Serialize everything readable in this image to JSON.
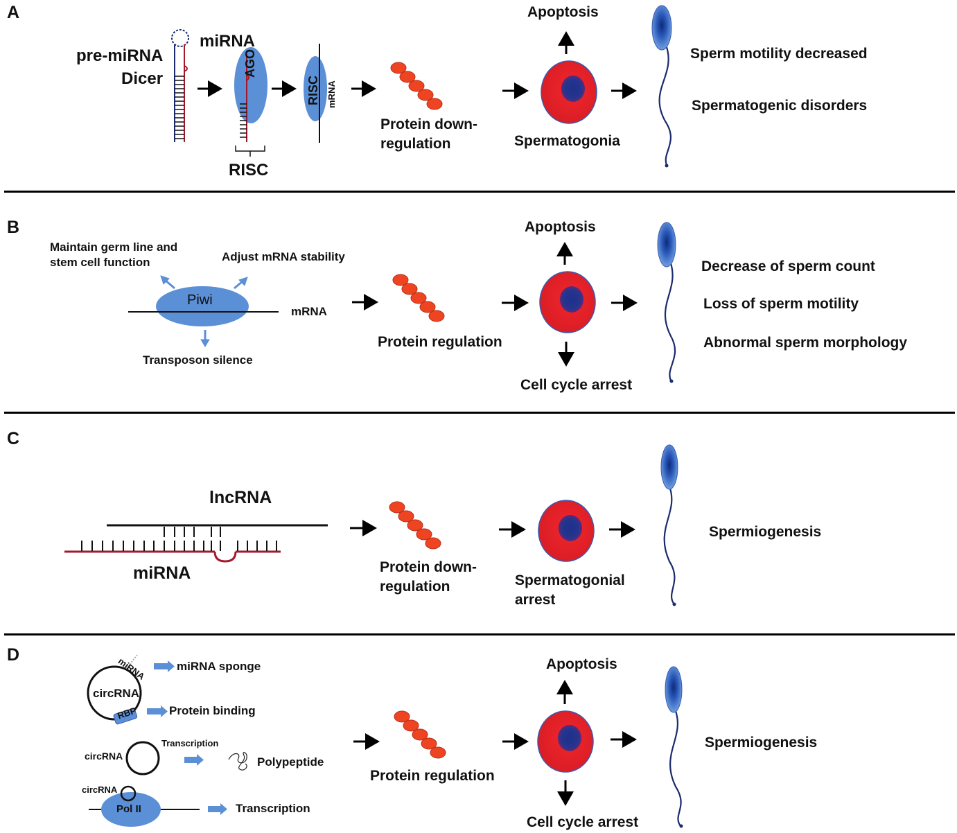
{
  "panels": {
    "A": {
      "letter": "A",
      "pre_mirna": "pre-miRNA",
      "dicer": "Dicer",
      "mirna": "miRNA",
      "ago": "AGO",
      "risc_bracket": "RISC",
      "risc_oval": "RISC",
      "mrna": "mRNA",
      "protein": [
        "Protein down-",
        "regulation"
      ],
      "apoptosis": "Apoptosis",
      "cell": "Spermatogonia",
      "outcomes": [
        "Sperm motility decreased",
        "Spermatogenic disorders"
      ]
    },
    "B": {
      "letter": "B",
      "maintain": [
        "Maintain germ line and",
        "stem cell function"
      ],
      "adjust": "Adjust mRNA stability",
      "piwi": "Piwi",
      "mrna": "mRNA",
      "transposon": "Transposon silence",
      "protein": "Protein regulation",
      "apoptosis": "Apoptosis",
      "cycle": "Cell cycle arrest",
      "outcomes": [
        "Decrease of sperm count",
        "Loss of sperm motility",
        "Abnormal sperm morphology"
      ]
    },
    "C": {
      "letter": "C",
      "lncrna": "lncRNA",
      "mirna": "miRNA",
      "protein": [
        "Protein down-",
        "regulation"
      ],
      "cell": [
        "Spermatogonial",
        "arrest"
      ],
      "outcome": "Spermiogenesis"
    },
    "D": {
      "letter": "D",
      "mirna_tag": "miRNA",
      "sponge": "miRNA sponge",
      "circ1": "circRNA",
      "rbp": "RBP",
      "binding": "Protein binding",
      "circ2": "circRNA",
      "transcription_small": "Transcription",
      "polypeptide": "Polypeptide",
      "circ3": "circRNA",
      "pol2": "Pol II",
      "transcription": "Transcription",
      "protein": "Protein regulation",
      "apoptosis": "Apoptosis",
      "cycle": "Cell cycle arrest",
      "outcome": "Spermiogenesis"
    }
  },
  "colors": {
    "oval_blue": "#5b8fd6",
    "arrow_blue": "#5b8fd6",
    "protein_red": "#ee4422",
    "protein_edge": "#b5301a",
    "cell_red": "#e02020",
    "nucleus_blue": "#1e3a8a",
    "strand_red": "#a3182a",
    "sperm_head": "#5b8fd6",
    "sperm_tail": "#1a2a6c"
  }
}
